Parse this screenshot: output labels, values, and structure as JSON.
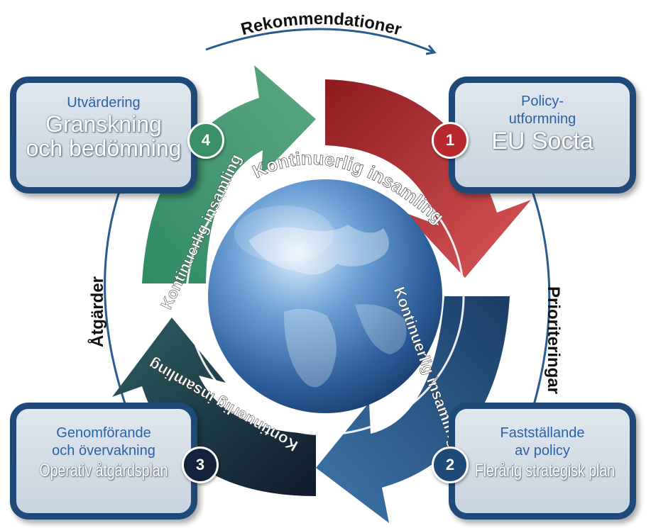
{
  "outer_cycle": {
    "top_label": "Rekommendationer",
    "right_label": "Prioriteringar",
    "left_label": "Åtgärder"
  },
  "inner_text": "Kontinuerlig insamling",
  "steps": [
    {
      "number": "1",
      "title_lines": [
        "Policy-",
        "utformning"
      ],
      "subtitle": "EU Socta",
      "color": "#b8282e"
    },
    {
      "number": "2",
      "title_lines": [
        "Fastställande",
        "av policy"
      ],
      "subtitle": "Flerårig strategisk plan",
      "color": "#1f4a78"
    },
    {
      "number": "3",
      "title_lines": [
        "Genomförande",
        "och övervakning"
      ],
      "subtitle": "Operativ åtgärdsplan",
      "color": "#14233b"
    },
    {
      "number": "4",
      "title_lines": [
        "Utvärdering"
      ],
      "subtitle_lines": [
        "Granskning",
        "och bedömning"
      ],
      "color": "#3a8f68"
    }
  ],
  "colors": {
    "outer_ring": "#2a5b8e",
    "box_border": "#1f4a78",
    "red_arrow": "#b8282e",
    "blue_arrow": "#1f4a78",
    "navy_arrow": "#14233b",
    "green_arrow": "#3a8f68",
    "title_text": "#2a62a8"
  }
}
